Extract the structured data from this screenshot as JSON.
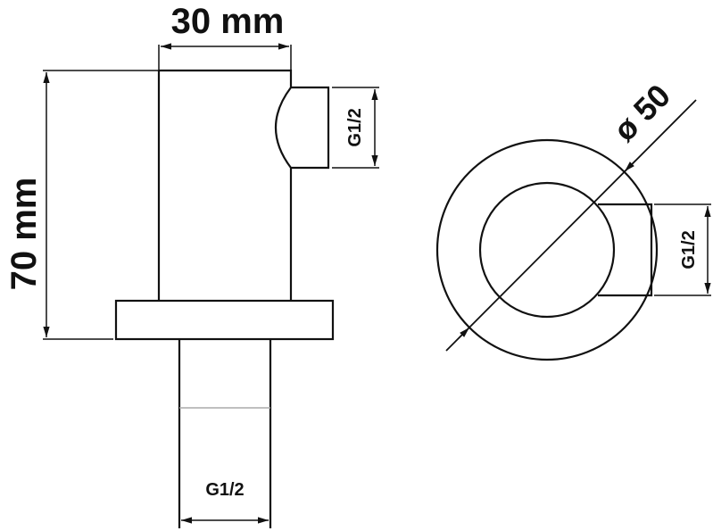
{
  "side_view": {
    "width_label": "30 mm",
    "height_label": "70 mm",
    "side_outlet_label": "G1/2",
    "bottom_outlet_label": "G1/2"
  },
  "front_view": {
    "diameter_label": "ø 50",
    "outlet_label": "G1/2"
  },
  "colors": {
    "line": "#111111",
    "background": "#ffffff"
  }
}
